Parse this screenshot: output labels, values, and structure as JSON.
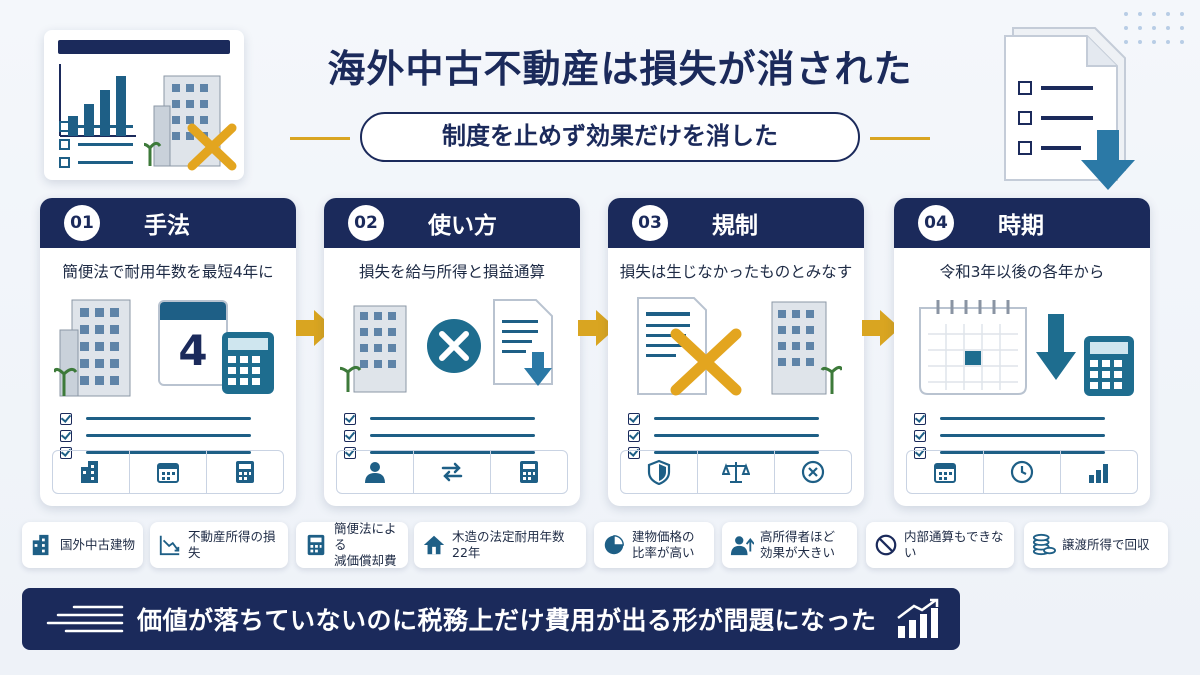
{
  "title": "海外中古不動産は損失が消された",
  "subtitle": "制度を止めず効果だけを消した",
  "colors": {
    "navy": "#1b2a5b",
    "teal": "#1e5f86",
    "gold": "#d9a521"
  },
  "steps": [
    {
      "num": "01",
      "title": "手法",
      "desc": "簡便法で耐用年数を最短4年に",
      "icons": [
        "building-icon",
        "calendar-icon",
        "calculator-icon"
      ]
    },
    {
      "num": "02",
      "title": "使い方",
      "desc": "損失を給与所得と損益通算",
      "icons": [
        "person-icon",
        "exchange-icon",
        "calculator-icon"
      ]
    },
    {
      "num": "03",
      "title": "規制",
      "desc": "損失は生じなかったものとみなす",
      "icons": [
        "shield-icon",
        "scale-icon",
        "cross-circle-icon"
      ]
    },
    {
      "num": "04",
      "title": "時期",
      "desc": "令和3年以後の各年から",
      "icons": [
        "calendar-icon",
        "clock-icon",
        "bar-chart-icon"
      ]
    }
  ],
  "calendar_number": "4",
  "tags": [
    {
      "label": "国外中古建物",
      "icon": "building-icon"
    },
    {
      "label": "不動産所得の損失",
      "icon": "decline-chart-icon"
    },
    {
      "label": "簡便法による\n減価償却費",
      "icon": "calculator-icon"
    },
    {
      "label": "木造の法定耐用年数22年",
      "icon": "house-icon"
    },
    {
      "label": "建物価格の\n比率が高い",
      "icon": "pie-chart-icon"
    },
    {
      "label": "高所得者ほど\n効果が大きい",
      "icon": "person-up-icon"
    },
    {
      "label": "内部通算もできない",
      "icon": "prohibit-icon"
    },
    {
      "label": "譲渡所得で回収",
      "icon": "coins-icon"
    }
  ],
  "banner": "価値が落ちていないのに税務上だけ費用が出る形が問題になった"
}
